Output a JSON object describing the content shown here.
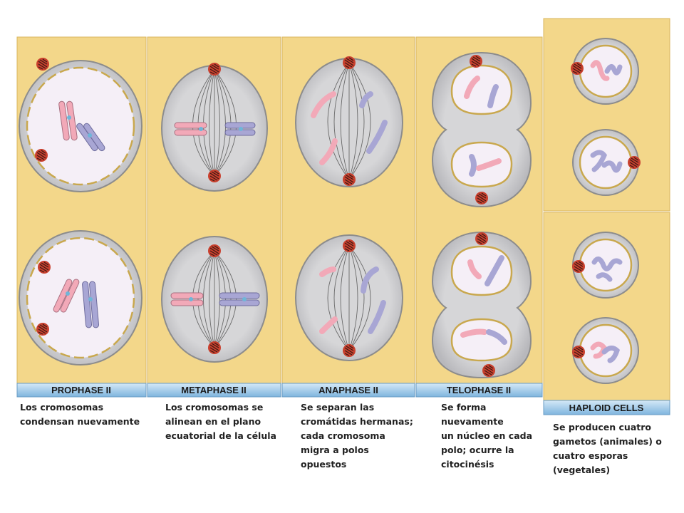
{
  "colors": {
    "panel": "#f3d78a",
    "panel_edge": "#d9b55e",
    "label_bar_top": "#d4e8f7",
    "label_bar_bottom": "#7fb5de",
    "cell_membrane": "#8c8c8c",
    "cytoplasm": "#d4d4d6",
    "nucleus": "#f5eff7",
    "nuclear_envelope": "#c9a84e",
    "chromosome_pink": "#f2a9b8",
    "chromosome_purple": "#a8a6d4",
    "centrosome": "#c9402e"
  },
  "phases": [
    {
      "id": "prophase",
      "label": "PROPHASE II",
      "caption": "Los cromosomas\ncondensan nuevamente"
    },
    {
      "id": "metaphase",
      "label": "METAPHASE II",
      "caption": "Los cromosomas se\nalinean en el plano\necuatorial de la célula"
    },
    {
      "id": "anaphase",
      "label": "ANAPHASE II",
      "caption": "Se separan las\ncromátidas hermanas;\ncada cromosoma\nmigra a polos\nopuestos"
    },
    {
      "id": "telophase",
      "label": "TELOPHASE II",
      "caption": "Se forma nuevamente\nun núcleo en cada\npolo; ocurre la\ncitocinésis"
    },
    {
      "id": "haploid",
      "label": "HAPLOID CELLS",
      "caption": "Se producen cuatro\ngametos (animales) o\ncuatro esporas\n(vegetales)"
    }
  ]
}
